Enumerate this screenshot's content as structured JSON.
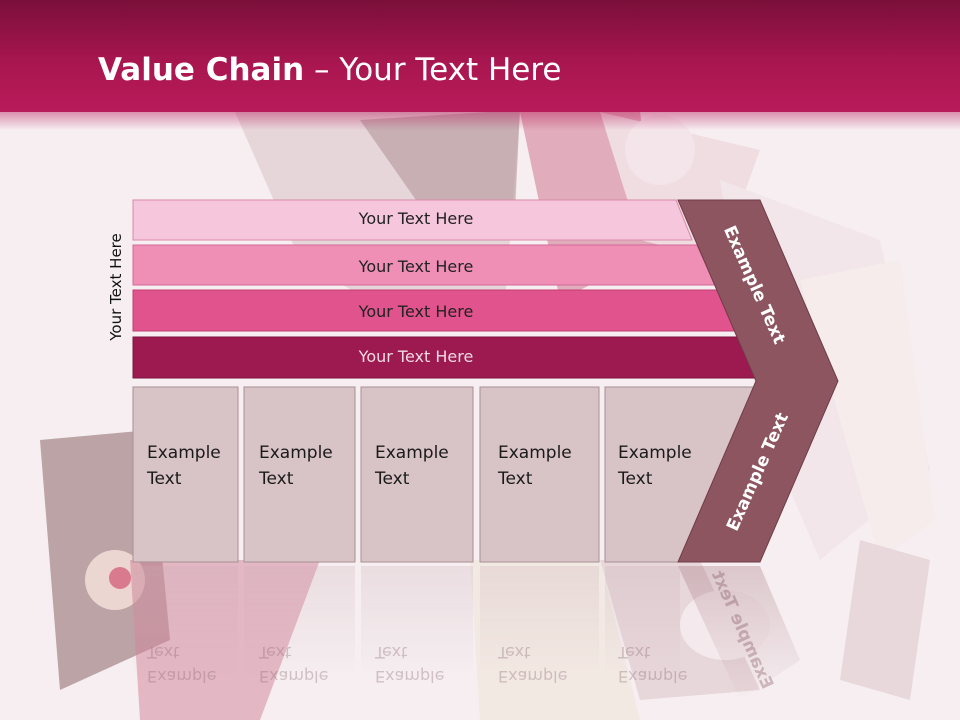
{
  "slide": {
    "title_bold": "Value Chain",
    "title_rest": " – Your Text Here",
    "vertical_label": "Your Text Here"
  },
  "bars": [
    {
      "label": "Your Text Here",
      "color": "#f6c6dc"
    },
    {
      "label": "Your Text Here",
      "color": "#ef8fb5"
    },
    {
      "label": "Your Text Here",
      "color": "#e1538c"
    },
    {
      "label": "Your Text Here",
      "color": "#9c1a50"
    }
  ],
  "boxes": [
    {
      "line1": "Example",
      "line2": "Text"
    },
    {
      "line1": "Example",
      "line2": "Text"
    },
    {
      "line1": "Example",
      "line2": "Text"
    },
    {
      "line1": "Example",
      "line2": "Text"
    },
    {
      "line1": "Example",
      "line2": "Text"
    }
  ],
  "chevron": {
    "upper_label": "Example Text",
    "lower_label": "Example Text",
    "color": "#8d5560"
  },
  "colors": {
    "header_dark": "#7a0f3a",
    "header_light": "#b91b5a",
    "box_fill": "#d8c3c7",
    "box_border": "#a89095"
  }
}
